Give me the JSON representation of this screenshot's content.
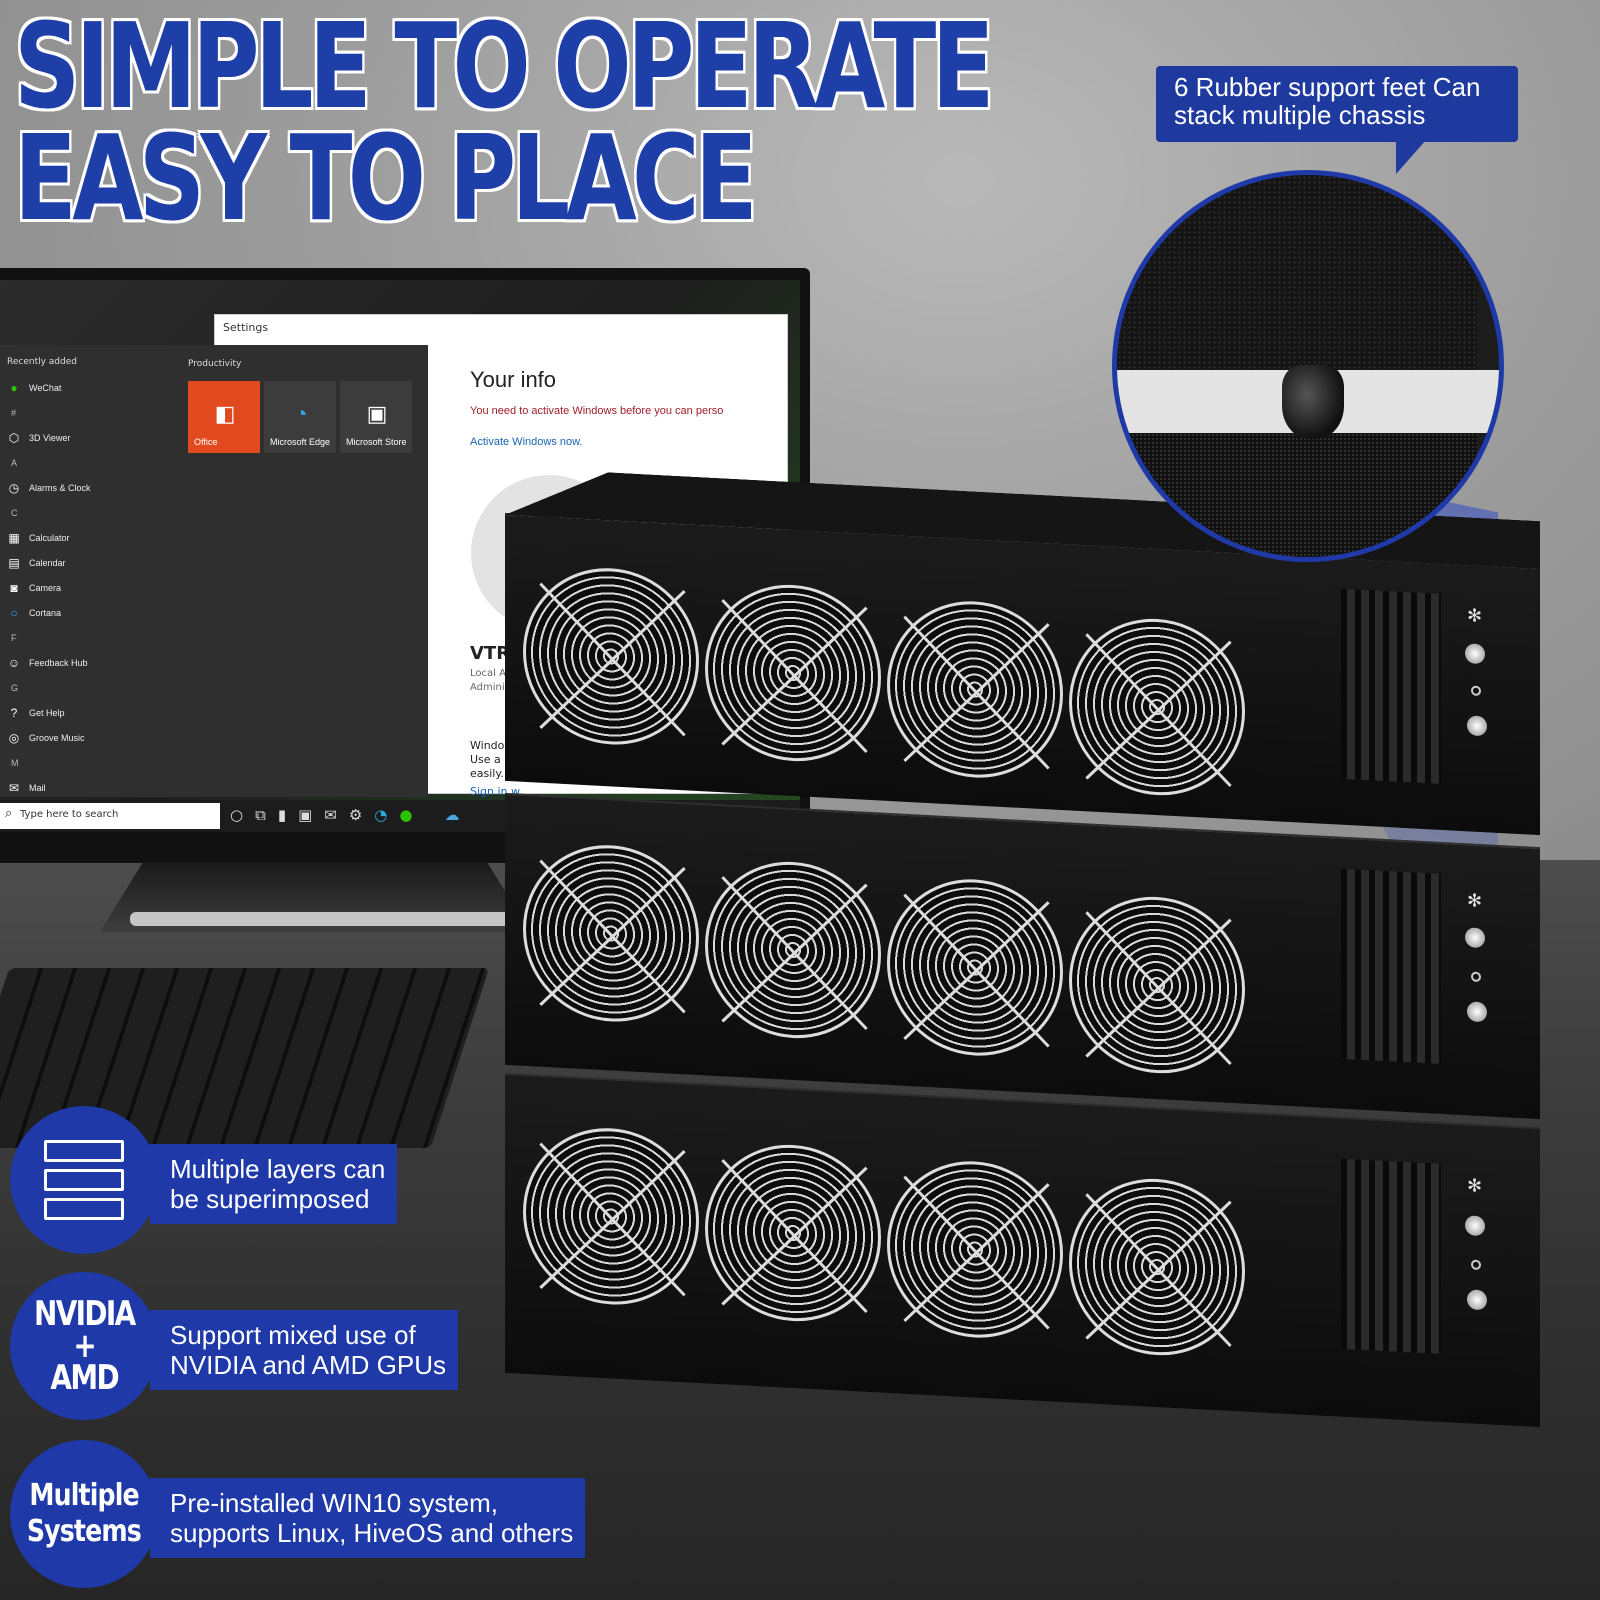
{
  "headline": {
    "line1": "SIMPLE TO OPERATE",
    "line2": "EASY TO PLACE"
  },
  "callout": {
    "text": "6 Rubber support feet Can stack multiple chassis"
  },
  "screen": {
    "settings": {
      "window_title": "Settings",
      "heading": "Your info",
      "warning": "You need to activate Windows before you can perso",
      "activate_link": "Activate Windows now.",
      "account_name": "VTR",
      "meta_line1": "Local A",
      "meta_line2": "Admini",
      "win_line1": "Window",
      "win_line2": "Use a M",
      "win_line3": "easily.",
      "sign_in": "Sign in w"
    },
    "start_menu": {
      "recently_added": "Recently added",
      "productivity": "Productivity",
      "apps": [
        {
          "icon": "wechat-icon",
          "label": "WeChat"
        },
        {
          "letter": "#"
        },
        {
          "icon": "3d-viewer-icon",
          "label": "3D Viewer"
        },
        {
          "letter": "A"
        },
        {
          "icon": "alarm-clock-icon",
          "label": "Alarms & Clock"
        },
        {
          "letter": "C"
        },
        {
          "icon": "calculator-icon",
          "label": "Calculator"
        },
        {
          "icon": "calendar-icon",
          "label": "Calendar"
        },
        {
          "icon": "camera-icon",
          "label": "Camera"
        },
        {
          "icon": "cortana-icon",
          "label": "Cortana"
        },
        {
          "letter": "F"
        },
        {
          "icon": "feedback-hub-icon",
          "label": "Feedback Hub"
        },
        {
          "letter": "G"
        },
        {
          "icon": "get-help-icon",
          "label": "Get Help"
        },
        {
          "icon": "groove-music-icon",
          "label": "Groove Music"
        },
        {
          "letter": "M"
        },
        {
          "icon": "mail-icon",
          "label": "Mail"
        }
      ],
      "tiles": [
        {
          "icon": "office-icon",
          "label": "Office",
          "color": "#e1491f"
        },
        {
          "icon": "microsoft-edge-icon",
          "label": "Microsoft Edge",
          "color": "#3c3c3c"
        },
        {
          "icon": "microsoft-store-icon",
          "label": "Microsoft Store",
          "color": "#3c3c3c"
        }
      ]
    },
    "taskbar": {
      "search_placeholder": "Type here to search"
    }
  },
  "features": [
    {
      "badge_icon": "layers-icon",
      "text_line1": "Multiple layers can",
      "text_line2": "be superimposed"
    },
    {
      "badge_line1": "NVIDIA",
      "badge_line2": "+",
      "badge_line3": "AMD",
      "text_line1": "Support mixed use of",
      "text_line2": "NVIDIA and AMD GPUs"
    },
    {
      "badge_line1": "Multiple",
      "badge_line2": "Systems",
      "text_line1": "Pre-installed WIN10 system,",
      "text_line2": "supports Linux, HiveOS and others"
    }
  ],
  "colors": {
    "brand_blue": "#1f3aa8",
    "headline_blue": "#1f3fa8",
    "office_orange": "#e1491f"
  }
}
